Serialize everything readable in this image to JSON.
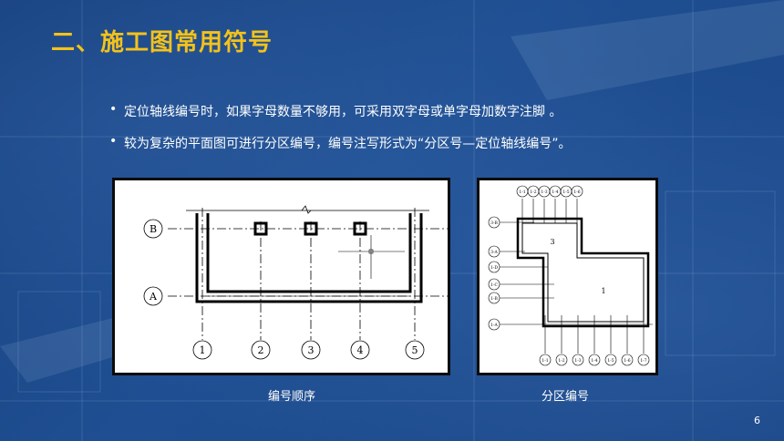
{
  "slide": {
    "title": "二、施工图常用符号",
    "bullets": [
      "定位轴线编号时，如果字母数量不够用，可采用双字母或单字母加数字注脚 。",
      "较为复杂的平面图可进行分区编号，编号注写形式为“分区号—定位轴线编号”。"
    ],
    "page_number": "6"
  },
  "figure1": {
    "caption": "编号顺序",
    "row_labels": [
      "B",
      "A"
    ],
    "col_labels": [
      "1",
      "2",
      "3",
      "4",
      "5"
    ]
  },
  "figure2": {
    "caption": "分区编号",
    "top_labels": [
      "1-1",
      "1-2",
      "1-3",
      "1-4",
      "1-5",
      "1-6"
    ],
    "left_labels": [
      "3-B",
      "3-A",
      "1-D",
      "1-C",
      "1-B",
      "1-A"
    ],
    "bottom_labels": [
      "1-1",
      "1-2",
      "1-3",
      "1-4",
      "1-5",
      "1-6",
      "1-7"
    ],
    "zone_labels": [
      "3",
      "1"
    ]
  },
  "colors": {
    "background": "#1d4a8a",
    "title": "#f4c21a",
    "text": "#ffffff"
  }
}
